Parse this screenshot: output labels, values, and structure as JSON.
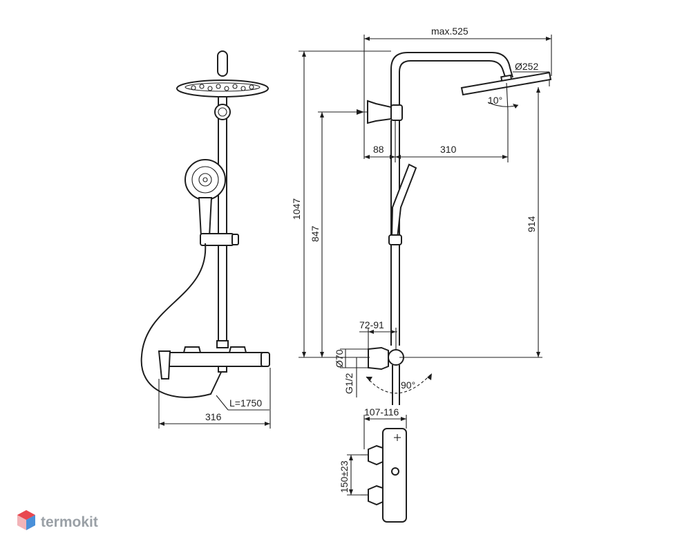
{
  "dimensions": {
    "max_width": "max.525",
    "head_diameter": "Ø252",
    "tilt_angle": "10°",
    "arm_offset": "88",
    "arm_length": "310",
    "total_height": "1047",
    "connection_height": "847",
    "head_height": "914",
    "wall_distance": "72-91",
    "diameter_70": "Ø70",
    "thread": "G1/2",
    "rotation_angle": "90°",
    "hose_length": "L=1750",
    "mixer_width": "316",
    "mixer_depth": "107-116",
    "center_distance": "150±23"
  },
  "logo": {
    "text": "termokit",
    "colors": [
      "#e8474f",
      "#4a90d9",
      "#f2b4b8"
    ]
  }
}
